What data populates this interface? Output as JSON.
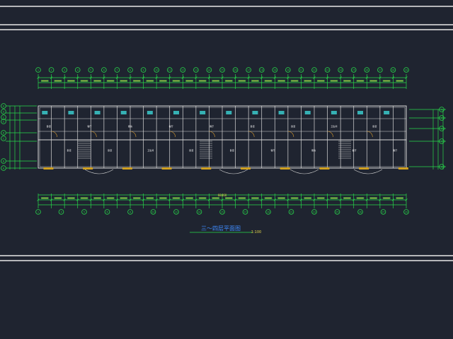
{
  "colors": {
    "background": "#1f2430",
    "frame": "#e8e8e8",
    "dimension": "#27d94a",
    "axis_bubble": "#27d94a",
    "wall": "#d8d8d8",
    "text_yellow": "#e6d84a",
    "text_white": "#ffffff",
    "window_cyan": "#3fe0e0",
    "door_arc": "#e0a030",
    "title_color": "#e03030"
  },
  "drawing": {
    "title": "三～四层平面图",
    "scale": "1:100"
  },
  "top_axis_labels": [
    "1",
    "2",
    "3",
    "4",
    "5",
    "6",
    "7",
    "8",
    "9",
    "10",
    "11",
    "12",
    "13",
    "14",
    "15",
    "16",
    "17",
    "18",
    "19",
    "20",
    "21",
    "22",
    "23",
    "24",
    "25",
    "26",
    "27",
    "28",
    "29"
  ],
  "bottom_axis_labels": [
    "1",
    "3",
    "5",
    "6",
    "8",
    "10",
    "12",
    "14",
    "15",
    "17",
    "19",
    "21",
    "23",
    "25",
    "26",
    "27",
    "29"
  ],
  "left_axis_labels": [
    "H",
    "G",
    "F",
    "E",
    "D",
    "C",
    "B",
    "A"
  ],
  "right_axis_labels": [
    "H",
    "F",
    "E",
    "C",
    "A"
  ],
  "overall_dimension": "68460",
  "room_labels": [
    "卧室",
    "卧室",
    "客厅",
    "卧室",
    "厨房",
    "卫生间",
    "餐厅",
    "卧室",
    "客厅",
    "卧室",
    "卧室",
    "客厅",
    "卧室",
    "厨房",
    "卫生间",
    "餐厅",
    "卧室",
    "客厅"
  ]
}
